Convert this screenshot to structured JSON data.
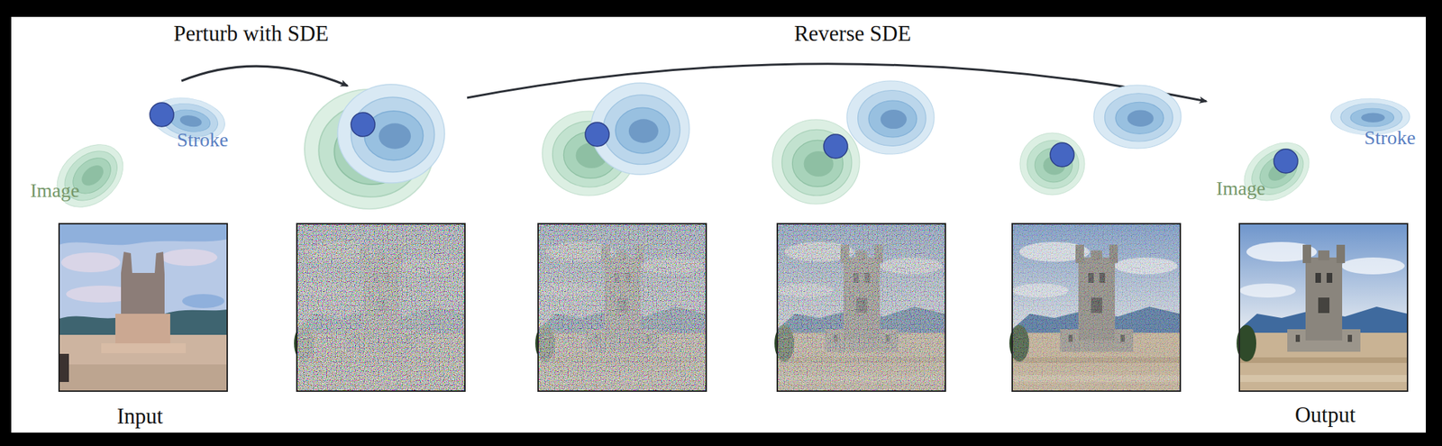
{
  "diagram": {
    "labels": [
      "Perturb with SDE",
      "Reverse SDE",
      "Stroke",
      "Image",
      "Image",
      "Stroke",
      "Input",
      "Output"
    ]
  }
}
